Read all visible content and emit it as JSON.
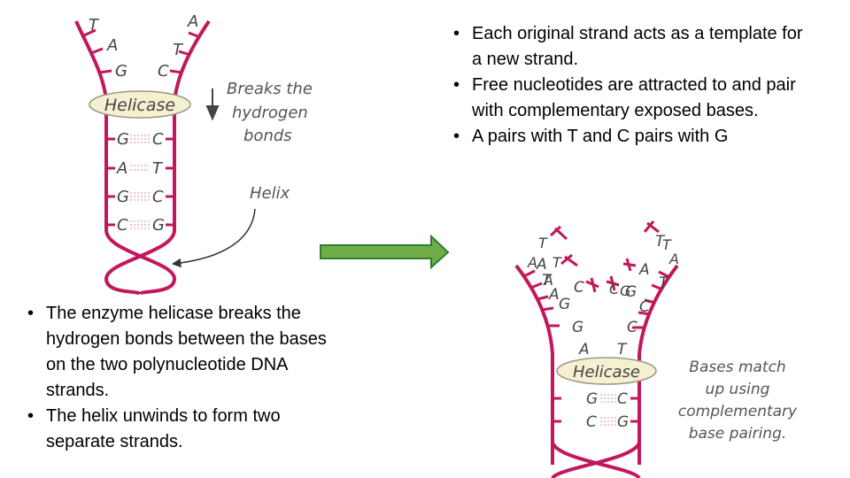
{
  "top_bullets": [
    "Each original strand acts as a template for a new strand.",
    "Free nucleotides are attracted to and pair with complementary exposed bases.",
    "A pairs with T and C pairs with G"
  ],
  "bottom_bullets": [
    "The enzyme helicase breaks the hydrogen bonds between the bases on the two polynucleotide DNA strands.",
    "The helix unwinds to form two separate strands."
  ],
  "left_diagram": {
    "fork_bases": [
      "T",
      "A",
      "A",
      "T",
      "G",
      "C"
    ],
    "enzyme_label": "Helicase",
    "annotation_breaks": [
      "Breaks the",
      "hydrogen",
      "bonds"
    ],
    "annotation_helix": "Helix",
    "pairs": [
      [
        "G",
        "C"
      ],
      [
        "A",
        "T"
      ],
      [
        "G",
        "C"
      ],
      [
        "C",
        "G"
      ]
    ]
  },
  "right_diagram": {
    "enzyme_label": "Helicase",
    "annotation": [
      "Bases match",
      "up using",
      "complementary",
      "base pairing."
    ],
    "left_strand_bases": [
      "A",
      "T",
      "A",
      "C",
      "G",
      "G",
      "A"
    ],
    "right_strand_bases": [
      "T",
      "A",
      "T",
      "G",
      "C",
      "C",
      "T"
    ],
    "free_nucleotides": [
      "T",
      "A",
      "T",
      "A",
      "C",
      "G",
      "T",
      "A"
    ],
    "pairs": [
      [
        "G",
        "C"
      ],
      [
        "C",
        "G"
      ]
    ]
  },
  "colors": {
    "strand": "#c2185b",
    "arrow_fill": "#70ad47",
    "arrow_stroke": "#2f7d32",
    "helicase_fill": "#f5f0d2"
  }
}
